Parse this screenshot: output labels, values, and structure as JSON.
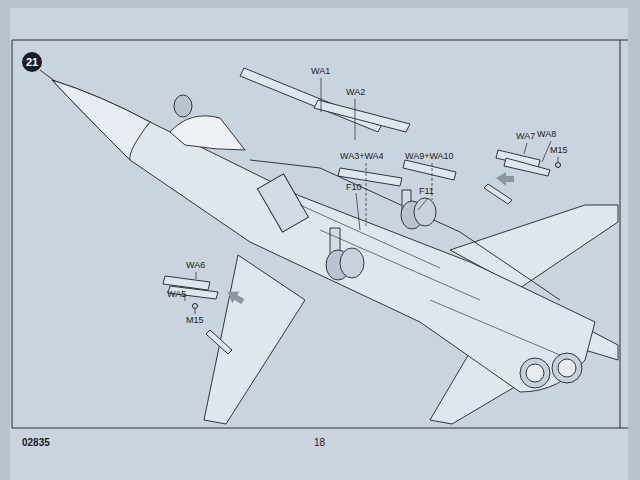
{
  "diagram": {
    "nodes": [
      {
        "text": [
          "21"
        ]
      }
    ],
    "labels": [
      "WA1",
      "WA2",
      "WA3+WA4",
      "WA9+WA10",
      "WA7",
      "WA8",
      "M15",
      "F10",
      "F11",
      "WA6",
      "WA5",
      "M15",
      "02835",
      "18"
    ]
  }
}
